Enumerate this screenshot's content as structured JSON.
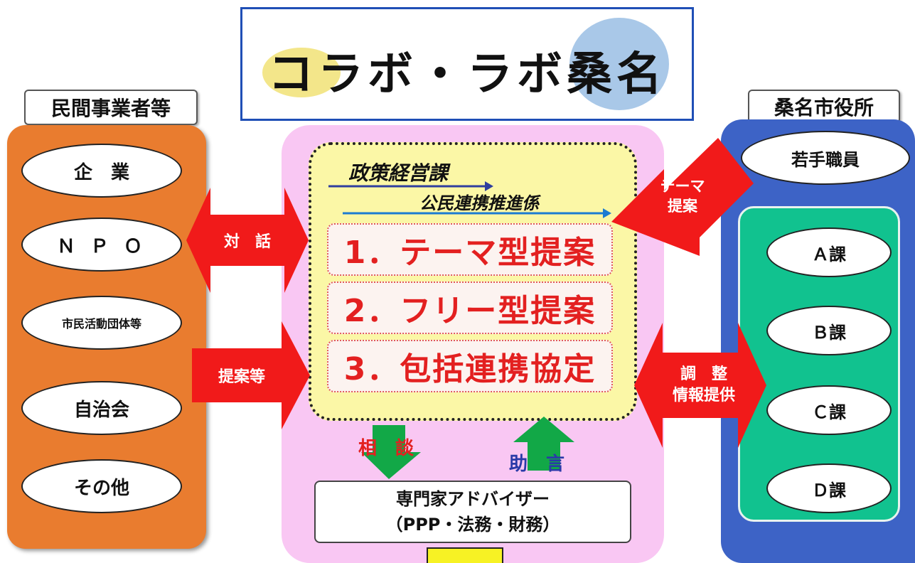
{
  "title": "コラボ・ラボ桑名",
  "left": {
    "header": "民間事業者等",
    "items": [
      "企　業",
      "Ｎ Ｐ Ｏ",
      "市民活動団体等",
      "自治会",
      "その他"
    ]
  },
  "right": {
    "header": "桑名市役所",
    "top_item": "若手職員",
    "sections": [
      "Ａ課",
      "Ｂ課",
      "Ｃ課",
      "Ｄ課"
    ]
  },
  "center": {
    "dept": "政策経営課",
    "sub_dept": "公民連携推進係",
    "proposals": [
      "1．テーマ型提案",
      "2．フリー型提案",
      "3．包括連携協定"
    ],
    "consult_label": "相　談",
    "advice_label": "助　言",
    "advisor_line1": "専門家アドバイザー",
    "advisor_line2": "（PPP・法務・財務）"
  },
  "arrows": {
    "dialogue": "対　話",
    "proposal": "提案等",
    "theme_line1": "テーマ",
    "theme_line2": "提案",
    "adjust_line1": "調　整",
    "adjust_line2": "情報提供"
  },
  "colors": {
    "left_panel": "#e97c2f",
    "center_panel": "#f9c7f3",
    "right_panel": "#3d63c6",
    "right_inner": "#11c28f",
    "arrow_red": "#f11a1a",
    "arrow_green": "#12a847"
  }
}
